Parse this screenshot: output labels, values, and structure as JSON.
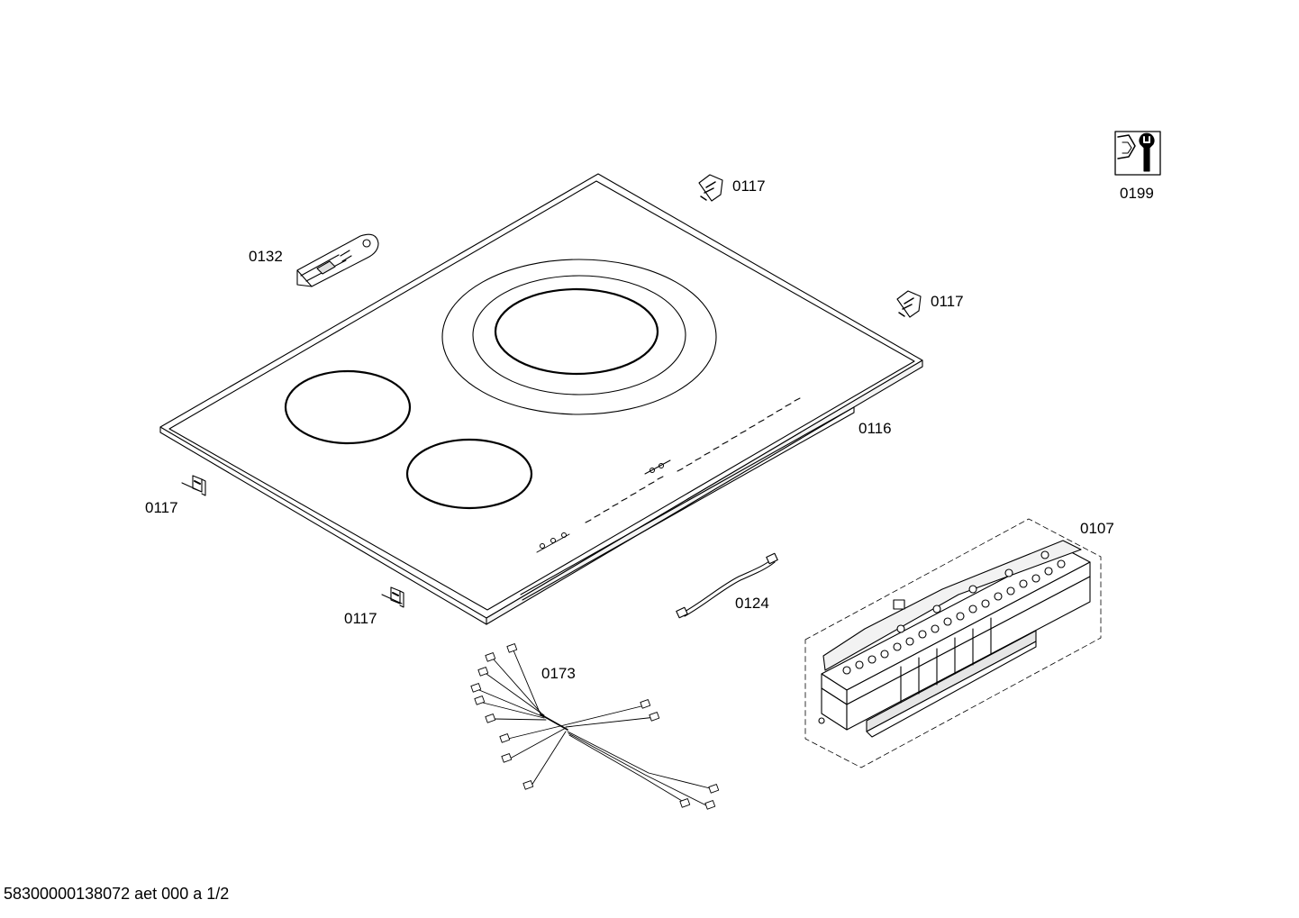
{
  "labels": {
    "clip_top_center": "0117",
    "service_tool": "0199",
    "scraper": "0132",
    "clip_right": "0117",
    "hob": "0116",
    "clip_left": "0117",
    "control_module": "0107",
    "ribbon_cable": "0124",
    "clip_bottom": "0117",
    "wiring_harness": "0173"
  },
  "footer": "58300000138072 aet 000 a 1/2"
}
